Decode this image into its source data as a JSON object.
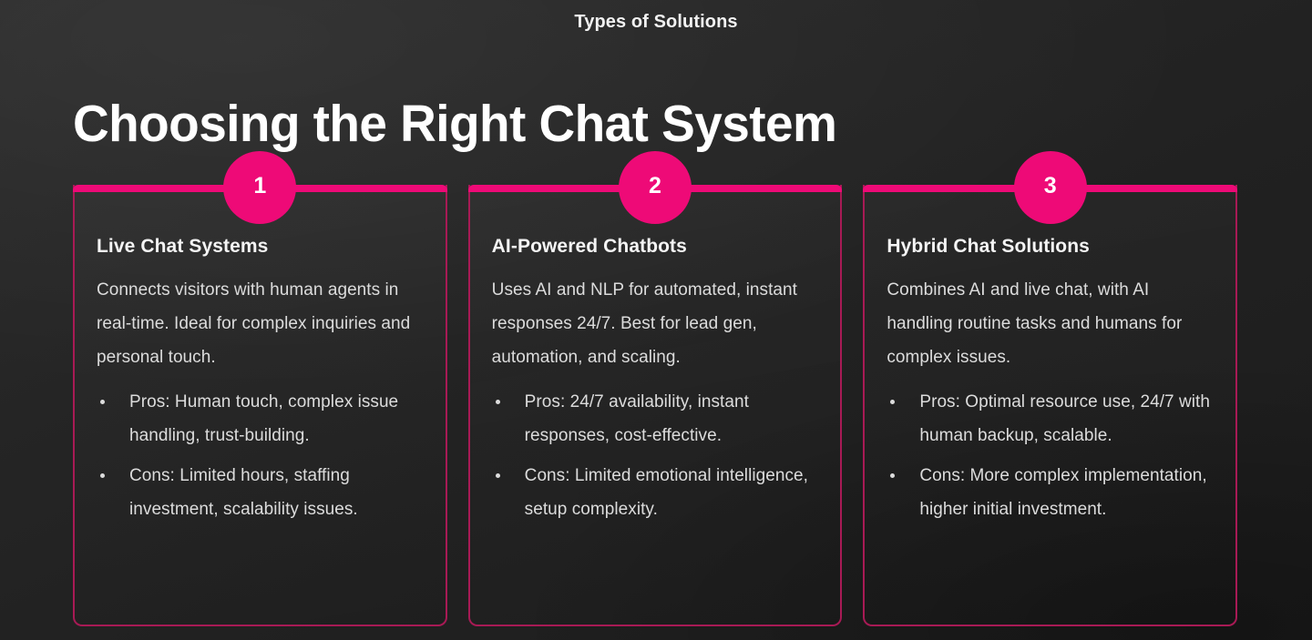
{
  "slide": {
    "eyebrow": "Types of Solutions",
    "headline": "Choosing the Right Chat System",
    "accent_color": "#ee0a77",
    "border_color": "#a81a55",
    "background_color": "#212121",
    "text_color": "#dcdcdc",
    "heading_color": "#ffffff"
  },
  "cards": [
    {
      "number": "1",
      "title": "Live Chat Systems",
      "description": "Connects visitors with human agents in real-time. Ideal for complex inquiries and personal touch.",
      "bullets": [
        "Pros: Human touch, complex issue handling, trust-building.",
        "Cons: Limited hours, staffing investment, scalability issues."
      ]
    },
    {
      "number": "2",
      "title": "AI-Powered Chatbots",
      "description": "Uses AI and NLP for automated, instant responses 24/7. Best for lead gen, automation, and scaling.",
      "bullets": [
        "Pros: 24/7 availability, instant responses, cost-effective.",
        "Cons: Limited emotional intelligence, setup complexity."
      ]
    },
    {
      "number": "3",
      "title": "Hybrid Chat Solutions",
      "description": "Combines AI and live chat, with AI handling routine tasks and humans for complex issues.",
      "bullets": [
        "Pros: Optimal resource use, 24/7 with human backup, scalable.",
        "Cons: More complex implementation, higher initial investment."
      ]
    }
  ]
}
